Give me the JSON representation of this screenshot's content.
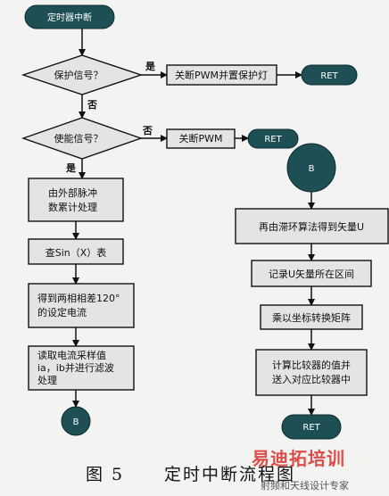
{
  "nodes": {
    "start": "定时器中断",
    "protect_q": "保护信号？",
    "protect_act": "关断PWM并置保护灯",
    "ret1": "RET",
    "enable_q": "使能信号？",
    "enable_act": "关断PWM",
    "ret2": "RET",
    "pulse_count": [
      "由外部脉冲",
      "数累计处理"
    ],
    "sin_table": "查Sin（X）表",
    "currents": [
      "得到两相相差120°",
      "的设定电流"
    ],
    "sampling": [
      "读取电流采样值",
      "ia，ib并进行滤波",
      "处理"
    ],
    "connector_b": "B",
    "connector_b2": "B",
    "hysteresis": "再由滞环算法得到矢量U",
    "record_u": "记录U矢量所在区间",
    "multiply": "乘以坐标转换矩阵",
    "compare": [
      "计算比较器的值并",
      "送入对应比较器中"
    ],
    "ret3": "RET"
  },
  "edges": {
    "yes1": "是",
    "no1": "否",
    "no2": "否",
    "yes2": "是"
  },
  "caption": {
    "figure_no": "图 5",
    "title": "定时中断流程图"
  },
  "watermark": {
    "main": "易迪拓培训",
    "sub": "射频和天线设计专家"
  },
  "colors": {
    "box_fill": "#e4e4e4",
    "terminal_fill": "#1d4f55",
    "line": "#111111"
  }
}
